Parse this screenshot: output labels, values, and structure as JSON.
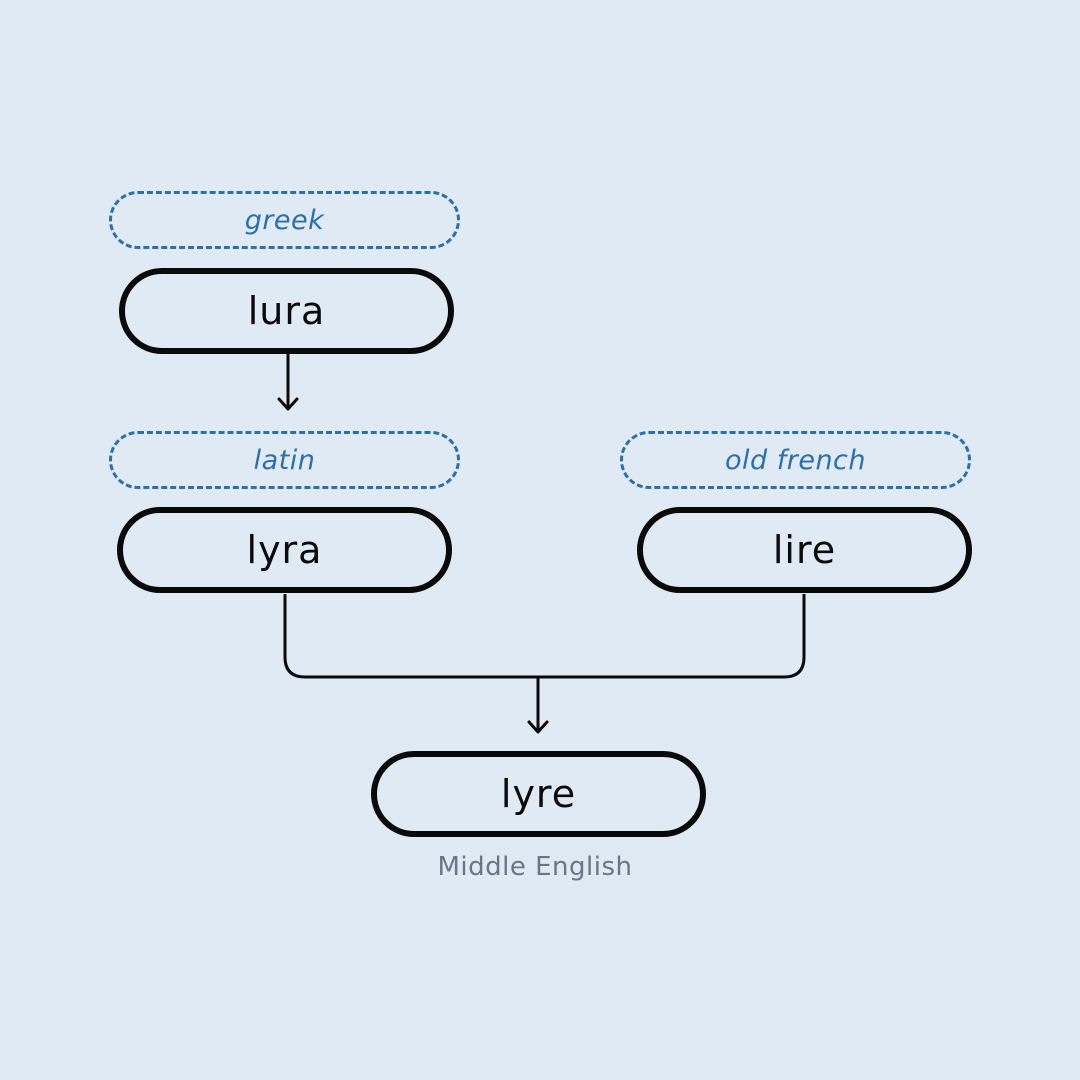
{
  "nodes": {
    "greek": {
      "language": "greek",
      "word": "lura"
    },
    "latin": {
      "language": "latin",
      "word": "lyra"
    },
    "old_french": {
      "language": "old french",
      "word": "lire"
    },
    "middle_english": {
      "language": "Middle English",
      "word": "lyre"
    }
  },
  "edges": [
    {
      "from": "greek",
      "to": "latin"
    },
    {
      "from": "latin",
      "to": "middle_english"
    },
    {
      "from": "old_french",
      "to": "middle_english"
    }
  ],
  "colors": {
    "background": "#e0eaf5",
    "tag_accent": "#2e6fa8",
    "pill_border": "#0a0a0a",
    "caption": "#6b7683"
  }
}
